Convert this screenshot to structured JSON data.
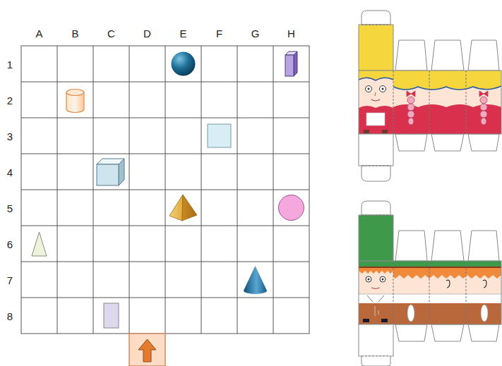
{
  "diagram": {
    "labels": [
      "A",
      "B",
      "C",
      "D",
      "E",
      "F",
      "G",
      "H",
      "1",
      "2",
      "3",
      "4",
      "5",
      "6",
      "7",
      "8"
    ]
  }
}
